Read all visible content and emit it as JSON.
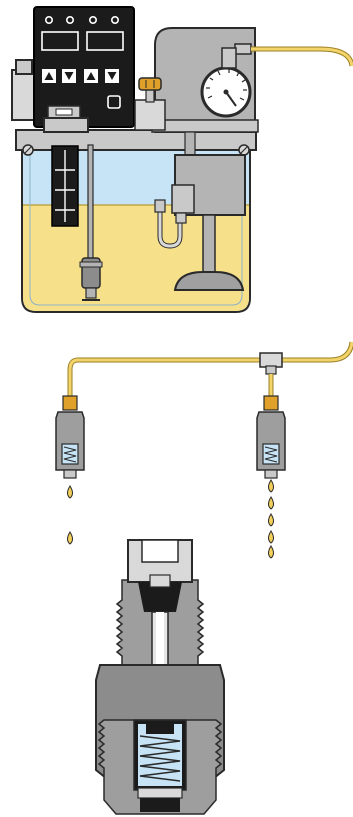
{
  "colors": {
    "oil": "#f6e08a",
    "oil_dark": "#e8c95c",
    "tube": "#f3d46a",
    "tube_outline": "#9a7f24",
    "air": "#c6e4f5",
    "controller_body": "#1b1b1b",
    "reservoir_lid": "#c9c9c9",
    "pump_body": "#b4b4b4",
    "metal_light": "#d9d9d9",
    "metal_dark": "#8c8c8c",
    "sintered": "#9e9e9e",
    "spring": "#a9c7dc",
    "valve_knob": "#e0a12a",
    "gauge_face": "#ffffff",
    "drop": "#f2cf5a"
  },
  "components": {
    "controller": {
      "icon_names": [
        "status-led-icon",
        "up-arrow-icon",
        "down-arrow-icon"
      ],
      "status_led_count": 4,
      "arrow_button_count": 4
    },
    "pressure_gauge": {
      "icon": "pressure-gauge-icon"
    },
    "reservoir": {
      "oil_level_fraction": 0.58
    },
    "distributor_left": {
      "drops_falling": 2
    },
    "distributor_right": {
      "drops_falling": 5
    },
    "metering_unit_cutaway": {
      "icon": "spring-coil-icon"
    }
  }
}
